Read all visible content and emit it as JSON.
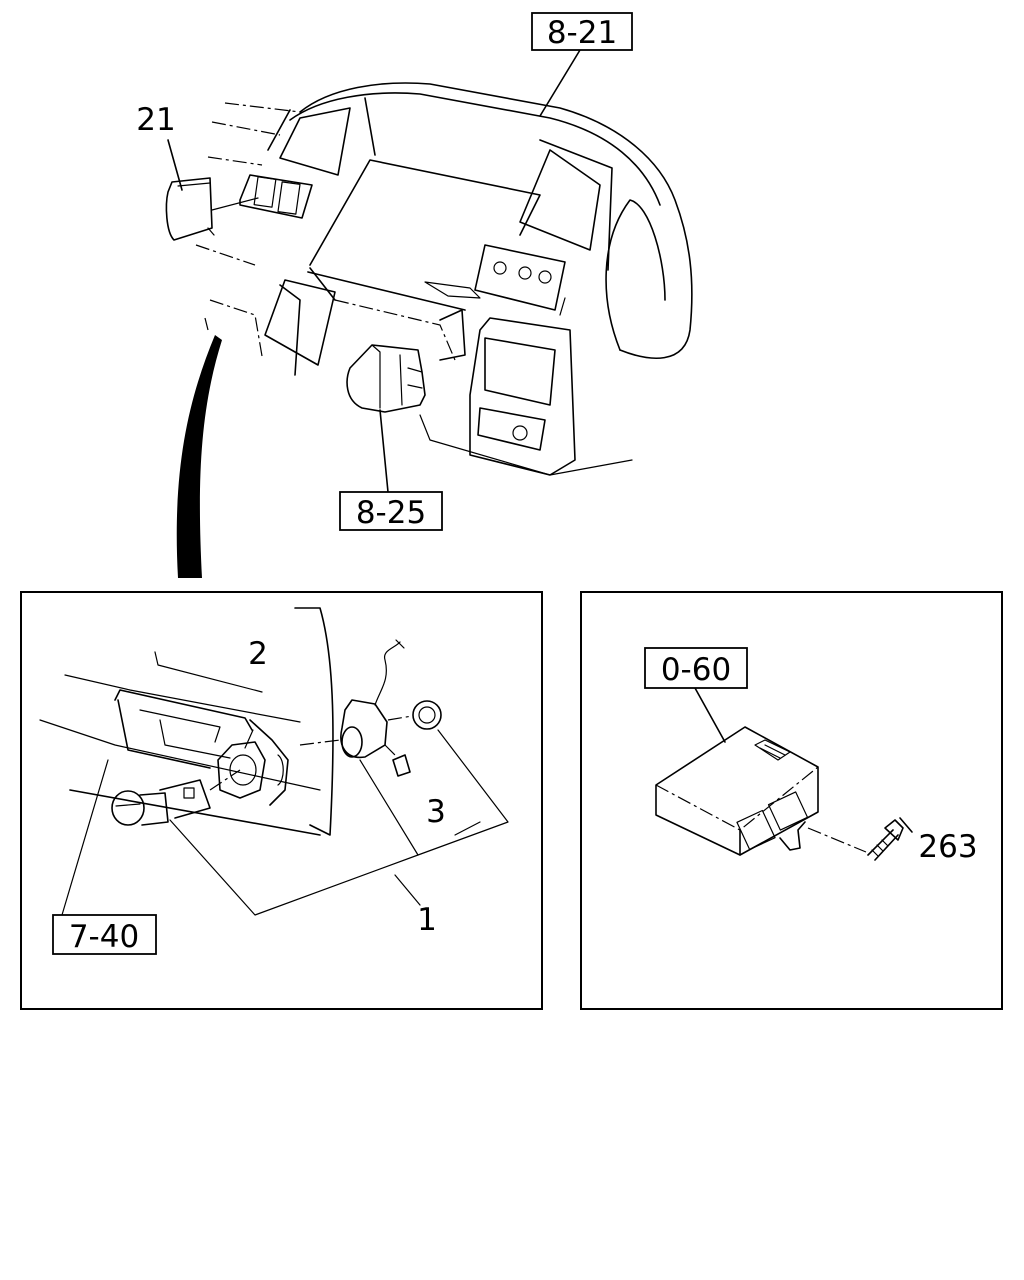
{
  "callouts": {
    "ref_8_21": "8-21",
    "ref_8_25": "8-25",
    "ref_7_40": "7-40",
    "ref_0_60": "0-60",
    "part_21": "21",
    "part_2": "2",
    "part_3": "3",
    "part_1": "1",
    "part_263": "263"
  }
}
